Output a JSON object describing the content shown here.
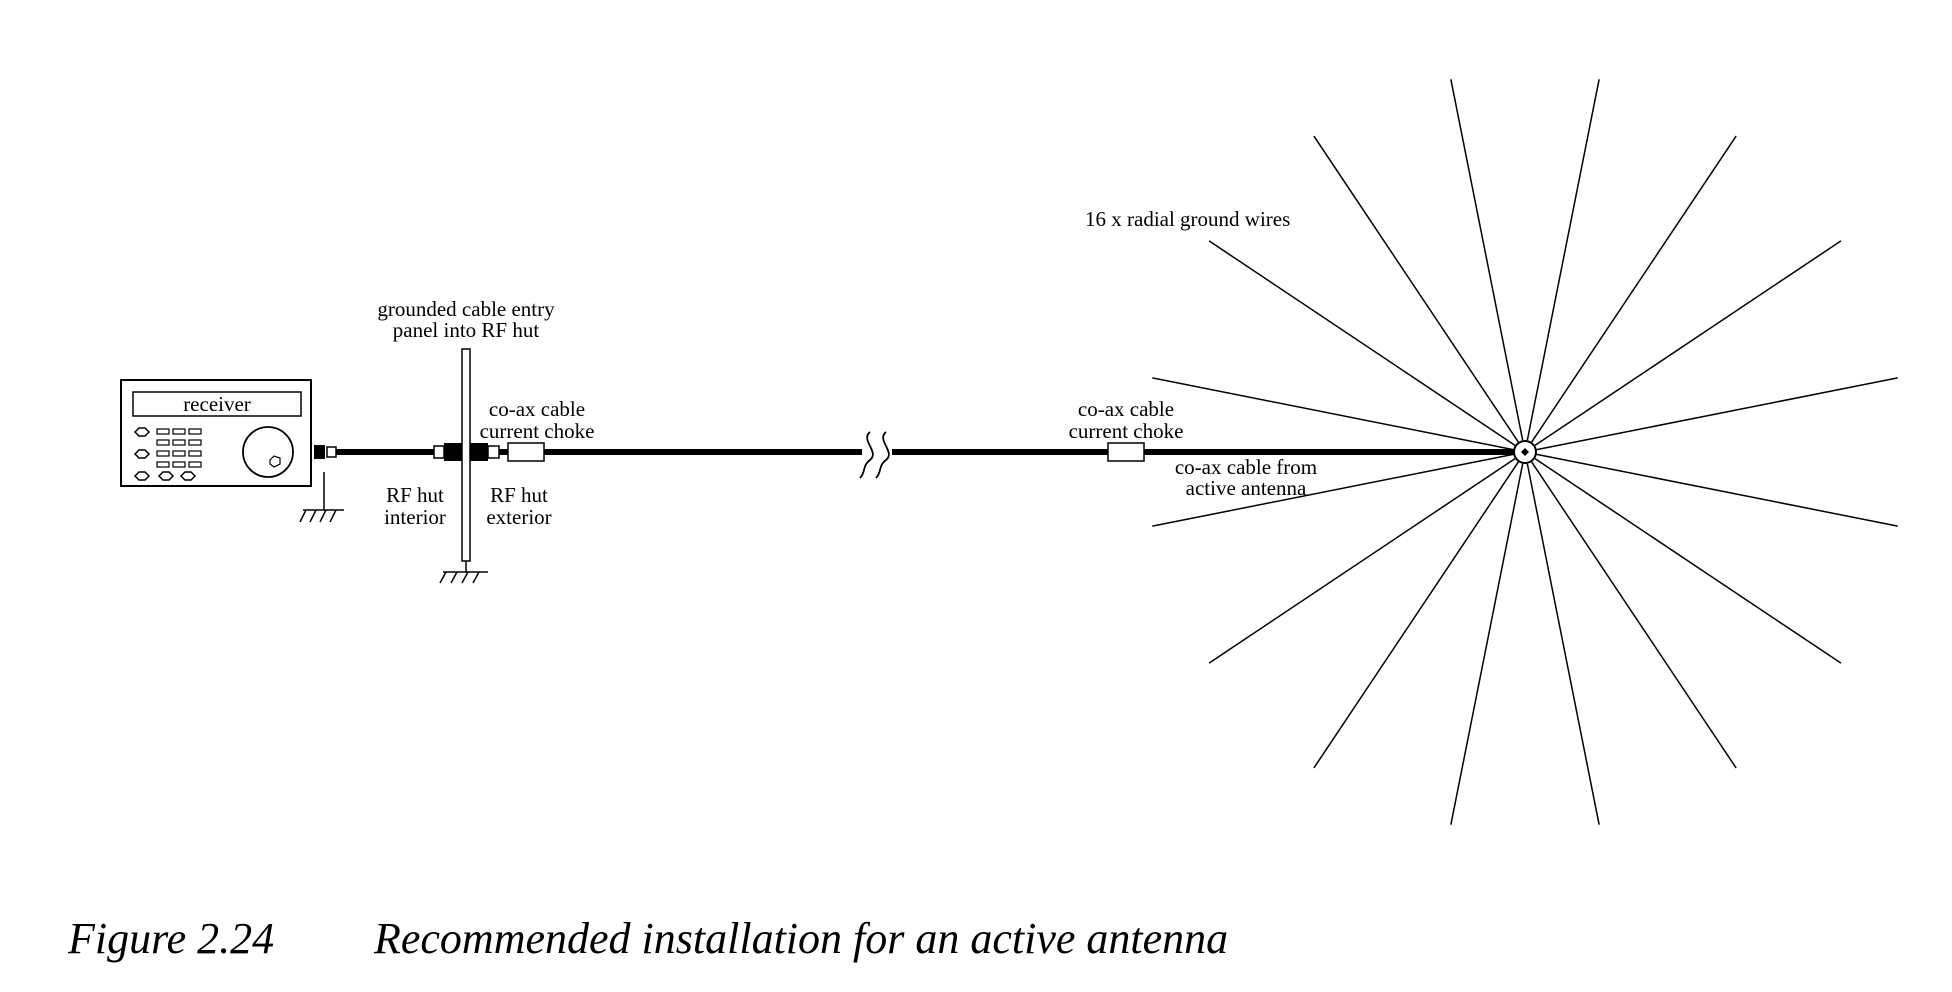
{
  "figure": {
    "number": "Figure 2.24",
    "title": "Recommended installation for an active antenna"
  },
  "labels": {
    "receiver": "receiver",
    "panel_line1": "grounded cable entry",
    "panel_line2": "panel into RF hut",
    "choke1_line1": "co-ax cable",
    "choke1_line2": "current choke",
    "interior_line1": "RF hut",
    "interior_line2": "interior",
    "exterior_line1": "RF hut",
    "exterior_line2": "exterior",
    "choke2_line1": "co-ax cable",
    "choke2_line2": "current choke",
    "cable_line1": "co-ax cable from",
    "cable_line2": "active antenna",
    "radials": "16 x radial ground wires"
  },
  "radials": {
    "count": 16
  },
  "colors": {
    "ink": "#000000",
    "background": "#ffffff"
  }
}
